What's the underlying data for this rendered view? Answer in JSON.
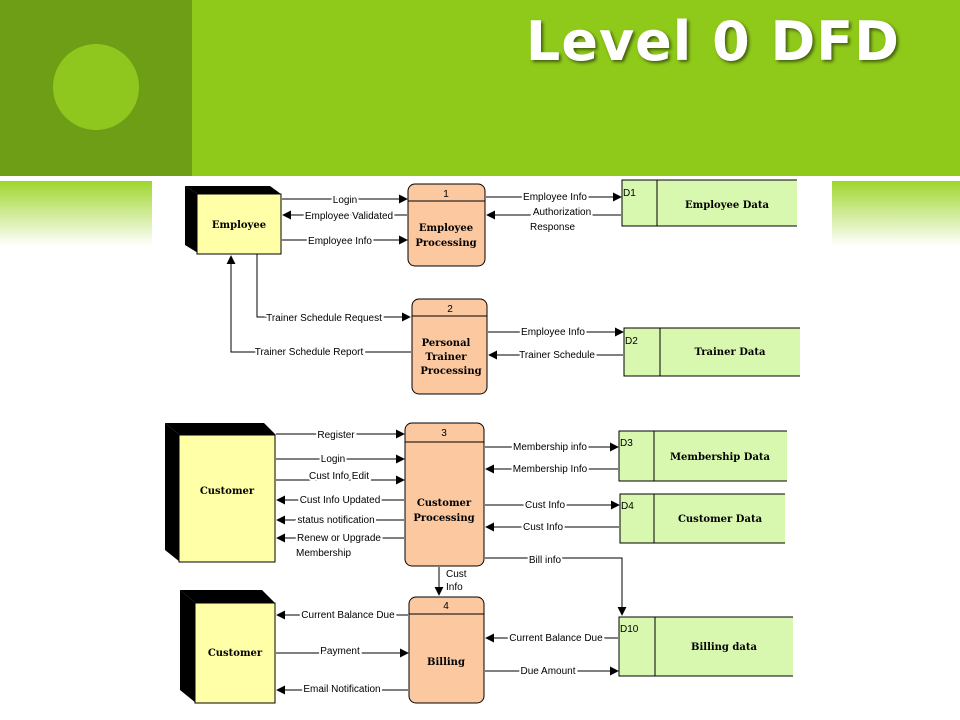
{
  "slide": {
    "title": "Level 0 DFD"
  },
  "entities": {
    "employee": "Employee",
    "customer_1": "Customer",
    "customer_2": "Customer"
  },
  "processes": [
    {
      "number": "1",
      "name_lines": [
        "Employee",
        "Processing"
      ]
    },
    {
      "number": "2",
      "name_lines": [
        "Personal",
        "Trainer",
        "Processing"
      ]
    },
    {
      "number": "3",
      "name_lines": [
        "Customer",
        "Processing"
      ]
    },
    {
      "number": "4",
      "name_lines": [
        "Billing"
      ]
    }
  ],
  "stores": [
    {
      "id": "D1",
      "name": "Employee Data"
    },
    {
      "id": "D2",
      "name": "Trainer Data"
    },
    {
      "id": "D3",
      "name": "Membership Data"
    },
    {
      "id": "D4",
      "name": "Customer Data"
    },
    {
      "id": "D10",
      "name": "Billing data"
    }
  ],
  "flows": {
    "login_1": "Login",
    "employee_validated": "Employee Validated",
    "employee_info_1": "Employee Info",
    "employee_info_2": "Employee Info",
    "authorization_1": "Authorization",
    "authorization_2": "Response",
    "trainer_schedule_request": "Trainer Schedule Request",
    "trainer_schedule_report": "Trainer Schedule Report",
    "employee_info_3": "Employee Info",
    "trainer_schedule": "Trainer Schedule",
    "register": "Register",
    "login_2": "Login",
    "cust_info_edit": "Cust Info Edit",
    "cust_info_updated": "Cust Info Updated",
    "status_notification": "status notification",
    "renew_1": "Renew or Upgrade",
    "renew_2": "Membership",
    "membership_info_out": "Membership info",
    "membership_info_in": "Membership Info",
    "cust_info_out": "Cust Info",
    "cust_info_in": "Cust Info",
    "bill_info": "Bill info",
    "cust_info_down_1": "Cust",
    "cust_info_down_2": "Info",
    "current_balance_due_1": "Current Balance Due",
    "payment": "Payment",
    "email_notification": "Email Notification",
    "current_balance_due_2": "Current Balance Due",
    "due_amount": "Due Amount"
  }
}
